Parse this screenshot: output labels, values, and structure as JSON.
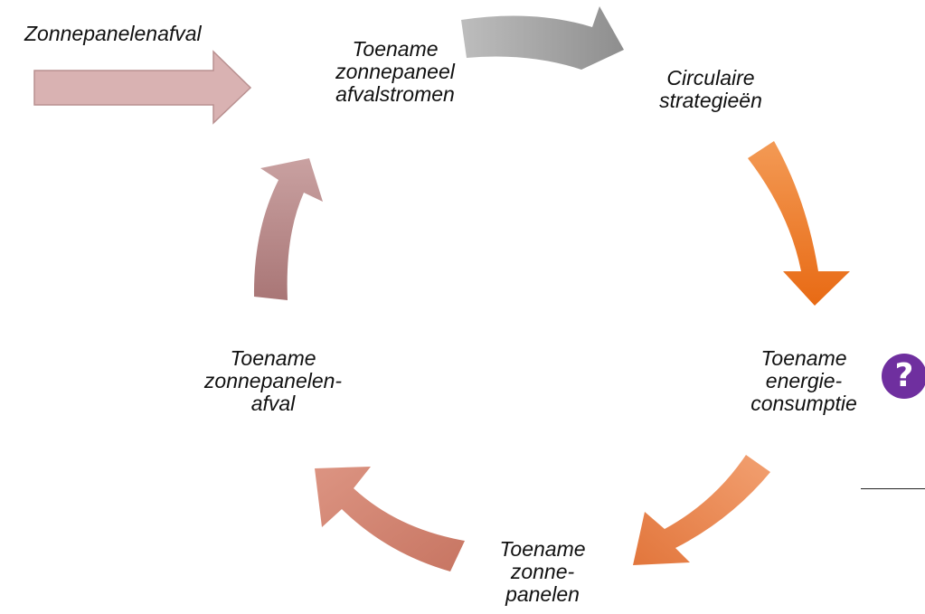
{
  "input": {
    "label": "Zonnepanelenafval",
    "arrow_color": "#d9b2b2"
  },
  "nodes": [
    {
      "id": "toename-afvalstromen",
      "lines": [
        "Toename",
        "zonnepaneel",
        "afvalstromen"
      ]
    },
    {
      "id": "circulaire-strategieen",
      "lines": [
        "Circulaire",
        "strategieën"
      ]
    },
    {
      "id": "toename-energieconsumptie",
      "lines": [
        "Toename",
        "energie-",
        "consumptie"
      ]
    },
    {
      "id": "toename-zonnepanelen",
      "lines": [
        "Toename",
        "zonne-",
        "panelen"
      ]
    },
    {
      "id": "toename-zonnepanelen-afval",
      "lines": [
        "Toename",
        "zonnepanelen-",
        "afval"
      ]
    }
  ],
  "cycle_arrows": [
    {
      "from": "toename-afvalstromen",
      "to": "circulaire-strategieen",
      "color": "#9f9f9f"
    },
    {
      "from": "circulaire-strategieen",
      "to": "toename-energieconsumptie",
      "color": "#ef7f2e"
    },
    {
      "from": "toename-energieconsumptie",
      "to": "toename-zonnepanelen",
      "color": "#e8844d"
    },
    {
      "from": "toename-zonnepanelen",
      "to": "toename-zonnepanelen-afval",
      "color": "#cf7f6f"
    },
    {
      "from": "toename-zonnepanelen-afval",
      "to": "toename-afvalstromen",
      "color": "#b88585"
    }
  ],
  "help_icon": {
    "glyph": "?",
    "color": "#6f2f9f"
  }
}
